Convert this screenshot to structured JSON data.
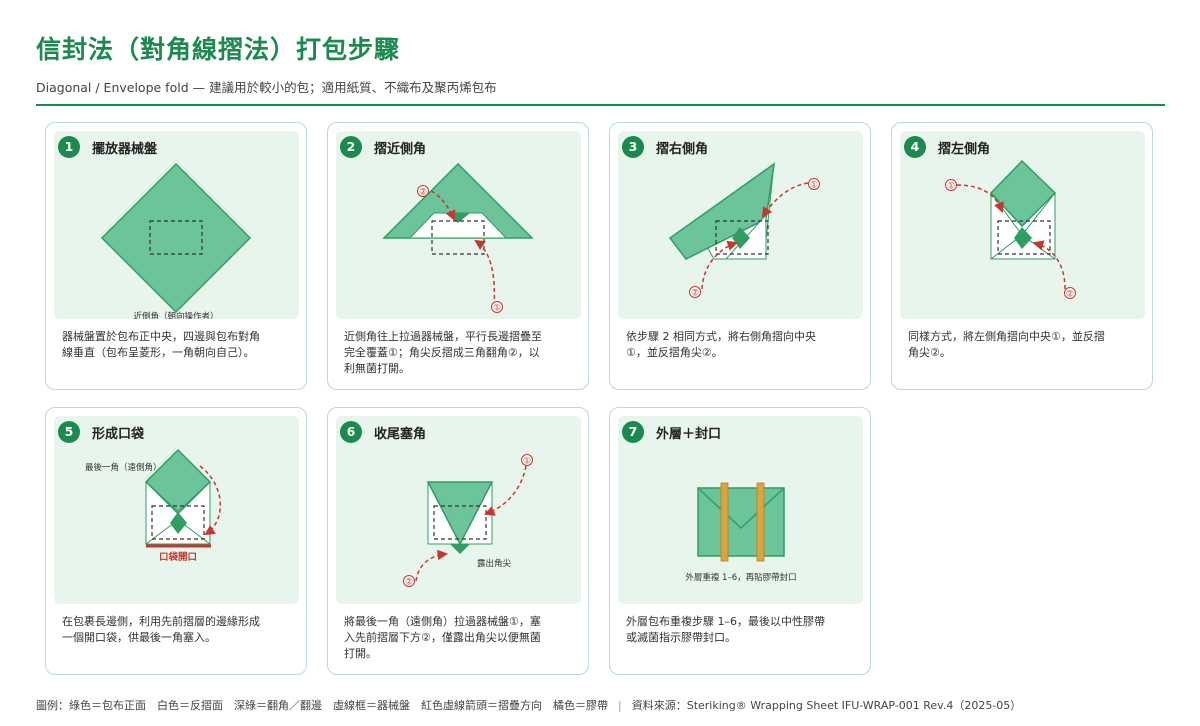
{
  "header": {
    "title": "信封法（對角線摺法）打包步驟",
    "subtitle": "Diagonal / Envelope fold — 建議用於較小的包；適用紙質、不織布及聚丙烯包布"
  },
  "steps": [
    {
      "num": "1",
      "title": "擺放器械盤",
      "desc": "器械盤置於包布正中央，四邊與包布對角線垂直（包布呈菱形，一角朝向自己）。",
      "labels": [
        "近側角（朝向操作者）"
      ]
    },
    {
      "num": "2",
      "title": "摺近側角",
      "desc": "近側角往上拉過器械盤，平行長邊摺疊至完全覆蓋①；角尖反摺成三角翻角②，以利無菌打開。",
      "labels": [
        "②",
        "①"
      ]
    },
    {
      "num": "3",
      "title": "摺右側角",
      "desc": "依步驟 2 相同方式，將右側角摺向中央①，並反摺角尖②。",
      "labels": [
        "①",
        "②"
      ]
    },
    {
      "num": "4",
      "title": "摺左側角",
      "desc": "同樣方式，將左側角摺向中央①，並反摺角尖②。",
      "labels": [
        "①",
        "②"
      ]
    },
    {
      "num": "5",
      "title": "形成口袋",
      "desc": "在包裹長邊側，利用先前摺層的邊緣形成一個開口袋，供最後一角塞入。",
      "labels": [
        "最後一角（遠側角）",
        "口袋開口"
      ]
    },
    {
      "num": "6",
      "title": "收尾塞角",
      "desc": "將最後一角（遠側角）拉過器械盤①，塞入先前摺層下方②，僅露出角尖以便無菌打開。",
      "labels": [
        "①",
        "②",
        "露出角尖"
      ]
    },
    {
      "num": "7",
      "title": "外層＋封口",
      "desc": "外層包布重複步驟 1–6，最後以中性膠帶或滅菌指示膠帶封口。",
      "labels": [
        "外層重複 1–6，再貼膠帶封口"
      ]
    }
  ],
  "footer": {
    "legend": "圖例：綠色＝包布正面　白色＝反摺面　深綠＝翻角／翻邊　虛線框＝器械盤　紅色虛線箭頭＝摺疊方向　橘色＝膠帶",
    "separator": "|",
    "source": "資料來源：Steriking® Wrapping Sheet IFU-WRAP-001 Rev.4（2025-05）"
  },
  "colors": {
    "accent": "#1a8a4f",
    "wrap_front": "#6cc49a",
    "wrap_dark": "#2e9e63",
    "arrow": "#c8372d",
    "tape": "#e0a23b",
    "panel_bg": "#e8f5ed"
  }
}
